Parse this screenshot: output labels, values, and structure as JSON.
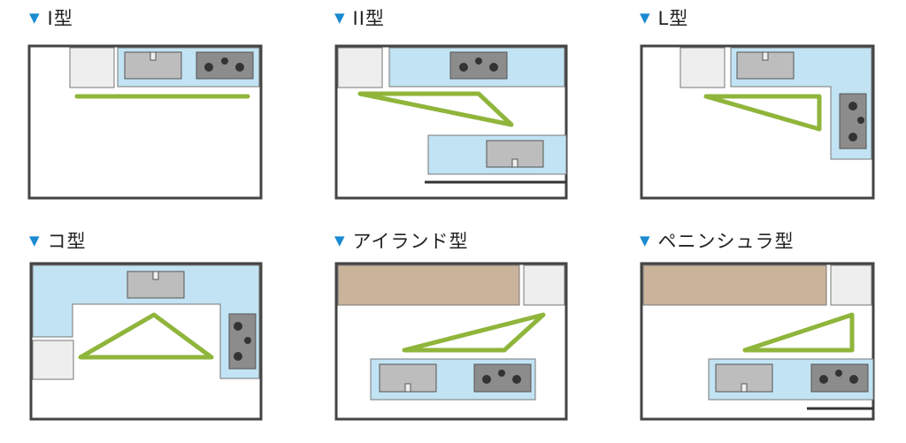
{
  "colors": {
    "marker": "#1a8ad1",
    "room_border": "#444444",
    "counter": "#c2e3f3",
    "sink": "#bdbdbd",
    "stove": "#8c8c8c",
    "fridge": "#eeeeee",
    "cabinet": "#c9b39a",
    "work_triangle": "#8fb53b"
  },
  "layouts": [
    {
      "marker": "▼",
      "title": "Ⅰ型"
    },
    {
      "marker": "▼",
      "title": "ⅠⅠ型"
    },
    {
      "marker": "▼",
      "title": "L型"
    },
    {
      "marker": "▼",
      "title": "コ型"
    },
    {
      "marker": "▼",
      "title": "アイランド型"
    },
    {
      "marker": "▼",
      "title": "ペニンシュラ型"
    }
  ]
}
